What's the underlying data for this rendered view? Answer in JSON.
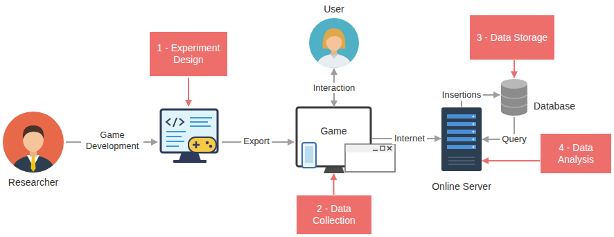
{
  "diagram": {
    "nodes": [
      {
        "text": [
          "Researcher"
        ]
      },
      {
        "text": [
          "1 - Experiment Design"
        ]
      },
      {
        "text": [
          "Game"
        ]
      },
      {
        "text": [
          "User"
        ]
      },
      {
        "text": [
          "2 - Data Collection"
        ]
      },
      {
        "text": [
          "Online Server"
        ]
      },
      {
        "text": [
          "3 - Data Storage"
        ]
      },
      {
        "text": [
          "Database"
        ]
      },
      {
        "text": [
          "4 - Data Analysis"
        ]
      }
    ],
    "edges": [
      {
        "from": 2,
        "to": 3,
        "label": "Interaction",
        "arrow": "both"
      },
      {
        "from": 4,
        "to": 2,
        "arrow": "to"
      },
      {
        "from": 2,
        "to": 5,
        "label": "Internet",
        "arrow": "to"
      },
      {
        "from": 5,
        "to": 7,
        "label": "Insertions",
        "arrow": "to"
      },
      {
        "from": 7,
        "to": 5,
        "label": "Query",
        "arrow": "to"
      },
      {
        "from": 6,
        "to": 7,
        "arrow": "to"
      },
      {
        "from": 8,
        "to": 5,
        "arrow": "to"
      }
    ],
    "labels": [
      "Game Development",
      "Export"
    ]
  }
}
